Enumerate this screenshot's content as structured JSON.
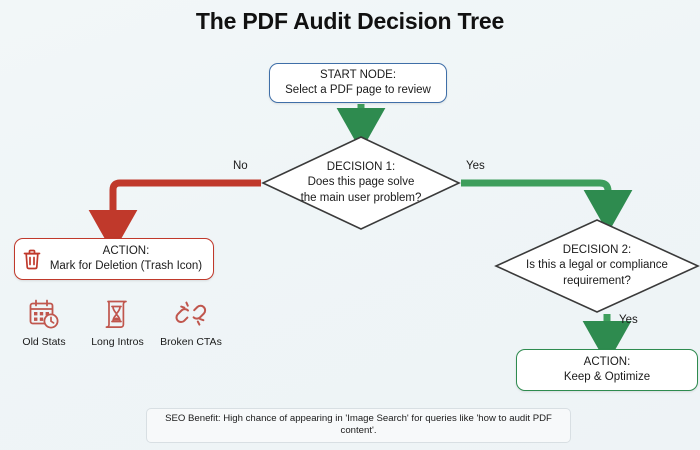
{
  "title": "The PDF Audit Decision Tree",
  "theme": {
    "background": "#eff5f7",
    "red": "#c0392b",
    "green": "#2e8b4f",
    "blue": "#3f6fa8",
    "diamond_stroke": "#3a3a3a",
    "text": "#1b1b1b"
  },
  "nodes": {
    "start": {
      "line1": "START NODE:",
      "line2": "Select a PDF page to review"
    },
    "decision1": {
      "line1": "DECISION 1:",
      "line2": "Does this page solve",
      "line3": "the main user problem?"
    },
    "decision2": {
      "line1": "DECISION 2:",
      "line2": "Is this a legal or compliance",
      "line3": "requirement?"
    },
    "action_delete": {
      "line1": "ACTION:",
      "line2": "Mark for Deletion (Trash Icon)",
      "icon": "trash-icon"
    },
    "action_keep": {
      "line1": "ACTION:",
      "line2": "Keep & Optimize"
    }
  },
  "edges": {
    "start_to_decision1": {
      "label": "",
      "color": "#2e8b4f"
    },
    "decision1_no": {
      "label": "No",
      "color": "#c0392b"
    },
    "decision1_yes": {
      "label": "Yes",
      "color": "#2e8b4f"
    },
    "decision2_yes": {
      "label": "Yes",
      "color": "#2e8b4f"
    }
  },
  "icons": [
    {
      "name": "calendar-clock-icon",
      "caption": "Old Stats"
    },
    {
      "name": "hourglass-scroll-icon",
      "caption": "Long Intros"
    },
    {
      "name": "broken-link-icon",
      "caption": "Broken CTAs"
    }
  ],
  "seo_note": "SEO Benefit: High chance of appearing in 'Image Search' for queries like 'how to audit PDF content'."
}
